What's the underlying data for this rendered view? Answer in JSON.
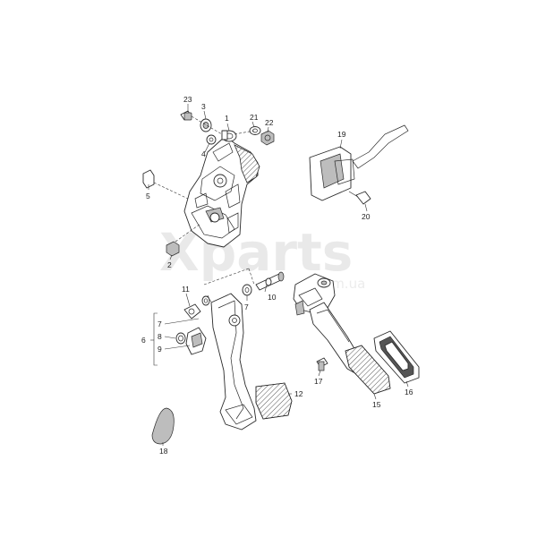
{
  "watermark": {
    "brand": "Xparts",
    "domain": ".com.ua"
  },
  "callouts": [
    {
      "id": "c1",
      "text": "1"
    },
    {
      "id": "c2",
      "text": "2"
    },
    {
      "id": "c3",
      "text": "3"
    },
    {
      "id": "c4",
      "text": "4"
    },
    {
      "id": "c5",
      "text": "5"
    },
    {
      "id": "c6",
      "text": "6"
    },
    {
      "id": "c7a",
      "text": "7"
    },
    {
      "id": "c7b",
      "text": "7"
    },
    {
      "id": "c8",
      "text": "8"
    },
    {
      "id": "c9",
      "text": "9"
    },
    {
      "id": "c10",
      "text": "10"
    },
    {
      "id": "c11",
      "text": "11"
    },
    {
      "id": "c12",
      "text": "12"
    },
    {
      "id": "c15",
      "text": "15"
    },
    {
      "id": "c16",
      "text": "16"
    },
    {
      "id": "c17",
      "text": "17"
    },
    {
      "id": "c18",
      "text": "18"
    },
    {
      "id": "c19",
      "text": "19"
    },
    {
      "id": "c20",
      "text": "20"
    },
    {
      "id": "c21",
      "text": "21"
    },
    {
      "id": "c22",
      "text": "22"
    },
    {
      "id": "c23",
      "text": "23"
    }
  ]
}
